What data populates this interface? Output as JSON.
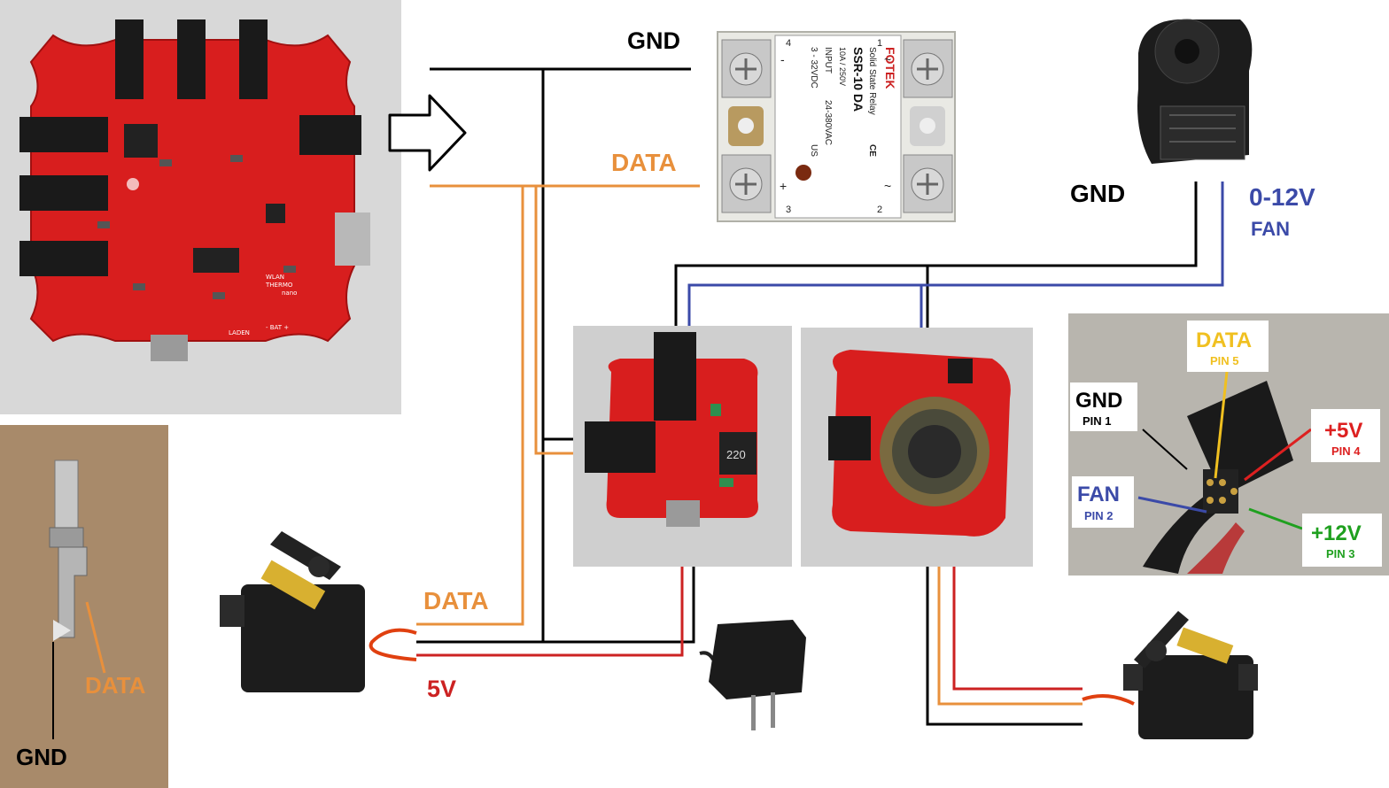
{
  "colors": {
    "gnd": "#000000",
    "data": "#e8903c",
    "fan": "#3b4aa8",
    "power": "#cc2222",
    "plus12v": "#1fa01f",
    "pin5data": "#f0c020",
    "pcb": "#d81e1e",
    "photo_bg": "#cfcfcf"
  },
  "labels": {
    "gnd_top": "GND",
    "data_top": "DATA",
    "gnd_fan": "GND",
    "fan_voltage": "0-12V",
    "fan_name": "FAN",
    "data_bottom": "DATA",
    "power_5v": "5V",
    "jack_data": "DATA",
    "jack_gnd": "GND"
  },
  "ssr": {
    "brand": "FOTEK",
    "line1": "Solid State Relay",
    "model": "SSR-10 DA",
    "rating": "10A / 250V",
    "input_label": "INPUT",
    "input_range": "3 - 32VDC",
    "output_range": "24-380VAC",
    "pin1": "1",
    "pin2": "2",
    "pin3": "3",
    "pin4": "4",
    "plus": "+",
    "minus": "-",
    "tilde": "~",
    "cert": "CE",
    "us": "US"
  },
  "board": {
    "logo_line1": "WLAN",
    "logo_line2": "THERMO",
    "logo_line3": "nano",
    "laden": "LADEN",
    "bat": "- BAT +"
  },
  "pinout": {
    "data_name": "DATA",
    "data_pin": "PIN 5",
    "gnd_name": "GND",
    "gnd_pin": "PIN 1",
    "plus5_name": "+5V",
    "plus5_pin": "PIN 4",
    "fan_name": "FAN",
    "fan_pin": "PIN 2",
    "plus12_name": "+12V",
    "plus12_pin": "PIN 3"
  },
  "module": {
    "inductor": "220"
  }
}
